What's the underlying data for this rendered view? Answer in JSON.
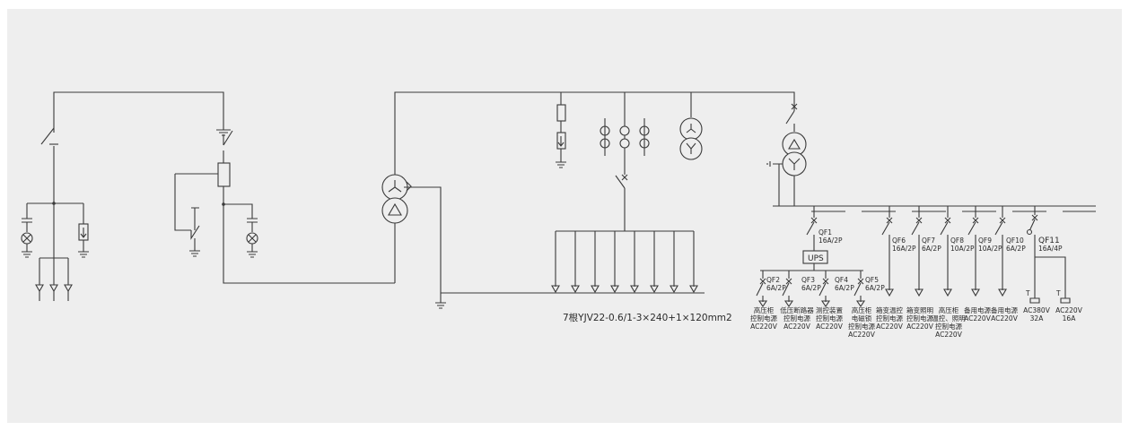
{
  "cable_label": "7根YJV22-0.6/1-3×240+1×120mm2",
  "ups_label": "UPS",
  "breakers": {
    "qf1": {
      "name": "QF1",
      "rating": "16A/2P"
    },
    "qf2": {
      "name": "QF2",
      "rating": "6A/2P"
    },
    "qf3": {
      "name": "QF3",
      "rating": "6A/2P"
    },
    "qf4": {
      "name": "QF4",
      "rating": "6A/2P"
    },
    "qf5": {
      "name": "QF5",
      "rating": "6A/2P"
    },
    "qf6": {
      "name": "QF6",
      "rating": "16A/2P"
    },
    "qf7": {
      "name": "QF7",
      "rating": "6A/2P"
    },
    "qf8": {
      "name": "QF8",
      "rating": "10A/2P"
    },
    "qf9": {
      "name": "QF9",
      "rating": "10A/2P"
    },
    "qf10": {
      "name": "QF10",
      "rating": "6A/2P"
    },
    "qf11": {
      "name": "QF11",
      "rating": "16A/4P"
    }
  },
  "loads": {
    "qf2": [
      "高压柜",
      "控制电源",
      "AC220V"
    ],
    "qf3": [
      "低压断路器",
      "控制电源",
      "AC220V"
    ],
    "qf4": [
      "测控装置",
      "控制电源",
      "AC220V"
    ],
    "qf5": [
      "高压柜",
      "电磁锁",
      "控制电源",
      "AC220V"
    ],
    "qf6": [
      "箱变温控",
      "控制电源",
      "AC220V"
    ],
    "qf7": [
      "箱变照明",
      "控制电源",
      "AC220V"
    ],
    "qf8": [
      "高压柜",
      "温控、照明",
      "控制电源",
      "AC220V"
    ],
    "qf9": [
      "备用电源",
      "AC220V"
    ],
    "qf10": [
      "备用电源",
      "AC220V"
    ]
  },
  "socket_marker": "T",
  "sockets": [
    [
      "AC380V",
      "32A"
    ],
    [
      "AC220V",
      "16A"
    ]
  ]
}
